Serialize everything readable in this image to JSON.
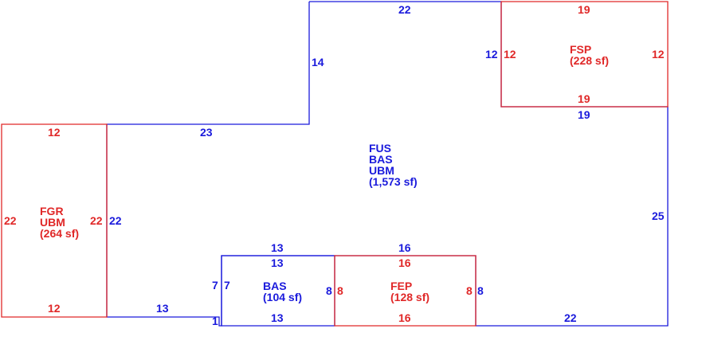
{
  "colors": {
    "main_area": "#1a1adc",
    "addition": "#e02828"
  },
  "areas": {
    "main": {
      "codes": [
        "FUS",
        "BAS",
        "UBM"
      ],
      "size": "(1,573 sf)"
    },
    "porch_top": {
      "code": "FSP",
      "size": "(228 sf)"
    },
    "garage": {
      "codes": [
        "FGR",
        "UBM"
      ],
      "size": "(264 sf)"
    },
    "bas_small": {
      "code": "BAS",
      "size": "(104 sf)"
    },
    "porch_bottom": {
      "code": "FEP",
      "size": "(128 sf)"
    }
  },
  "dims": {
    "main_top": "22",
    "main_left_upper": "14",
    "main_mid_top": "23",
    "main_left_lower": "22",
    "main_bottom_left": "13",
    "main_bottom_step": "1",
    "main_bas_left": "7",
    "main_bas_top": "13",
    "main_fep_top": "16",
    "main_fep_right": "8",
    "main_bottom_right": "22",
    "main_right": "25",
    "main_under_fsp": "19",
    "main_fsp_left": "12",
    "fsp_top": "19",
    "fsp_left": "12",
    "fsp_right": "12",
    "fsp_bottom": "19",
    "fgr_top": "12",
    "fgr_left": "22",
    "fgr_right": "22",
    "fgr_bottom": "12",
    "bas_top": "13",
    "bas_left": "7",
    "bas_right": "8",
    "bas_bottom": "13",
    "fep_top": "16",
    "fep_left": "8",
    "fep_right": "8",
    "fep_bottom": "16"
  }
}
